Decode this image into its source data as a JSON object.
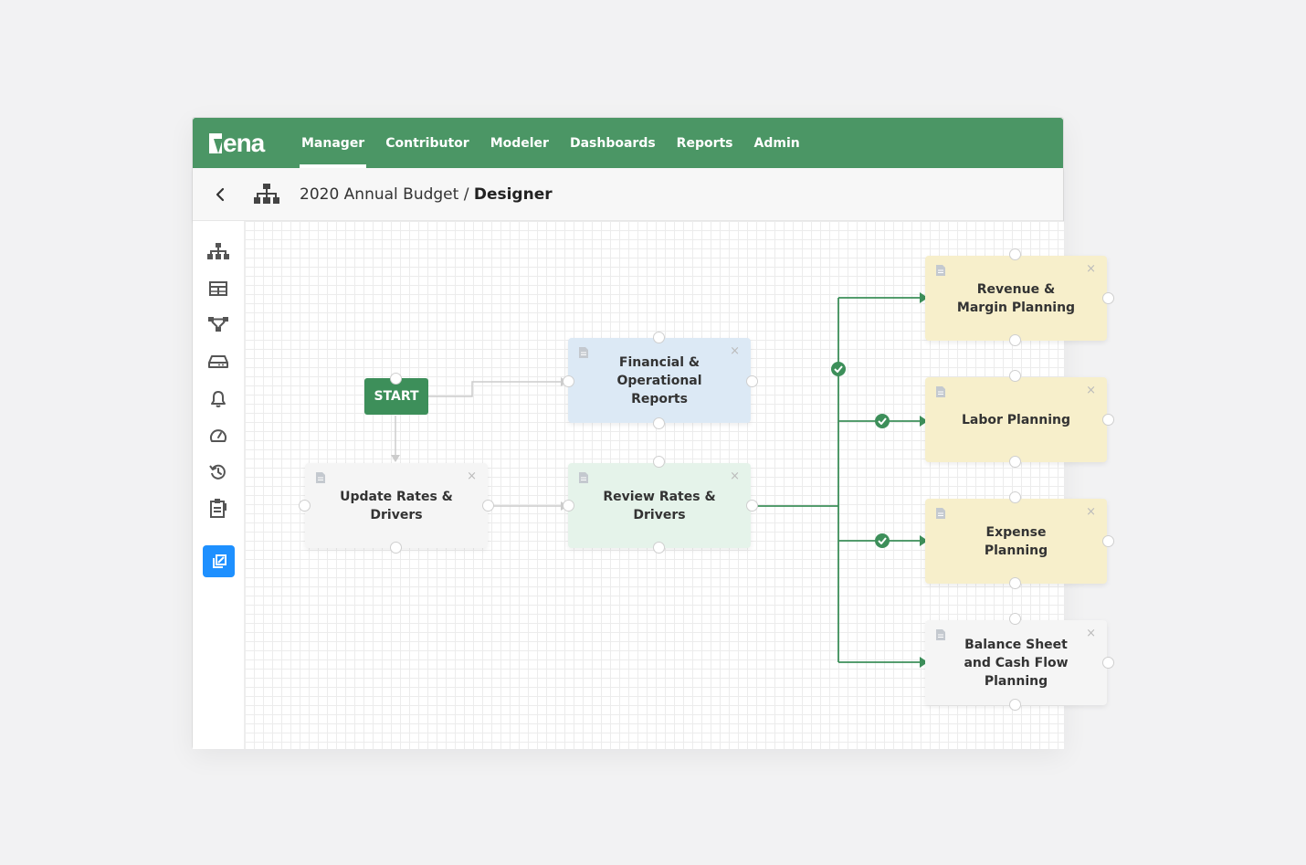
{
  "app": {
    "logo_text": "ena",
    "logo_mark": "V"
  },
  "nav": {
    "items": [
      {
        "label": "Manager",
        "active": true
      },
      {
        "label": "Contributor",
        "active": false
      },
      {
        "label": "Modeler",
        "active": false
      },
      {
        "label": "Dashboards",
        "active": false
      },
      {
        "label": "Reports",
        "active": false
      },
      {
        "label": "Admin",
        "active": false
      }
    ]
  },
  "breadcrumb": {
    "path": "2020 Annual Budget / ",
    "current": "Designer"
  },
  "sidebar": {
    "icons": [
      "hierarchy-icon",
      "table-icon",
      "process-icon",
      "drive-icon",
      "bell-icon",
      "gauge-icon",
      "history-icon",
      "clipboard-icon"
    ],
    "active_icon": "export-icon"
  },
  "canvas": {
    "start_label": "START",
    "nodes": {
      "update_rates": "Update Rates &\nDrivers",
      "financial_reports": "Financial &\nOperational\nReports",
      "review_rates": "Review Rates &\nDrivers",
      "revenue_margin": "Revenue &\nMargin Planning",
      "labor": "Labor Planning",
      "expense": "Expense\nPlanning",
      "balance_sheet": "Balance Sheet\nand Cash Flow\nPlanning"
    },
    "close_glyph": "×"
  },
  "colors": {
    "brand_green": "#4b9665",
    "accent_blue": "#1e90ff",
    "node_blue": "#dce9f5",
    "node_mint": "#e5f3ea",
    "node_yellow": "#f7efcb",
    "node_grey": "#f5f5f5"
  }
}
